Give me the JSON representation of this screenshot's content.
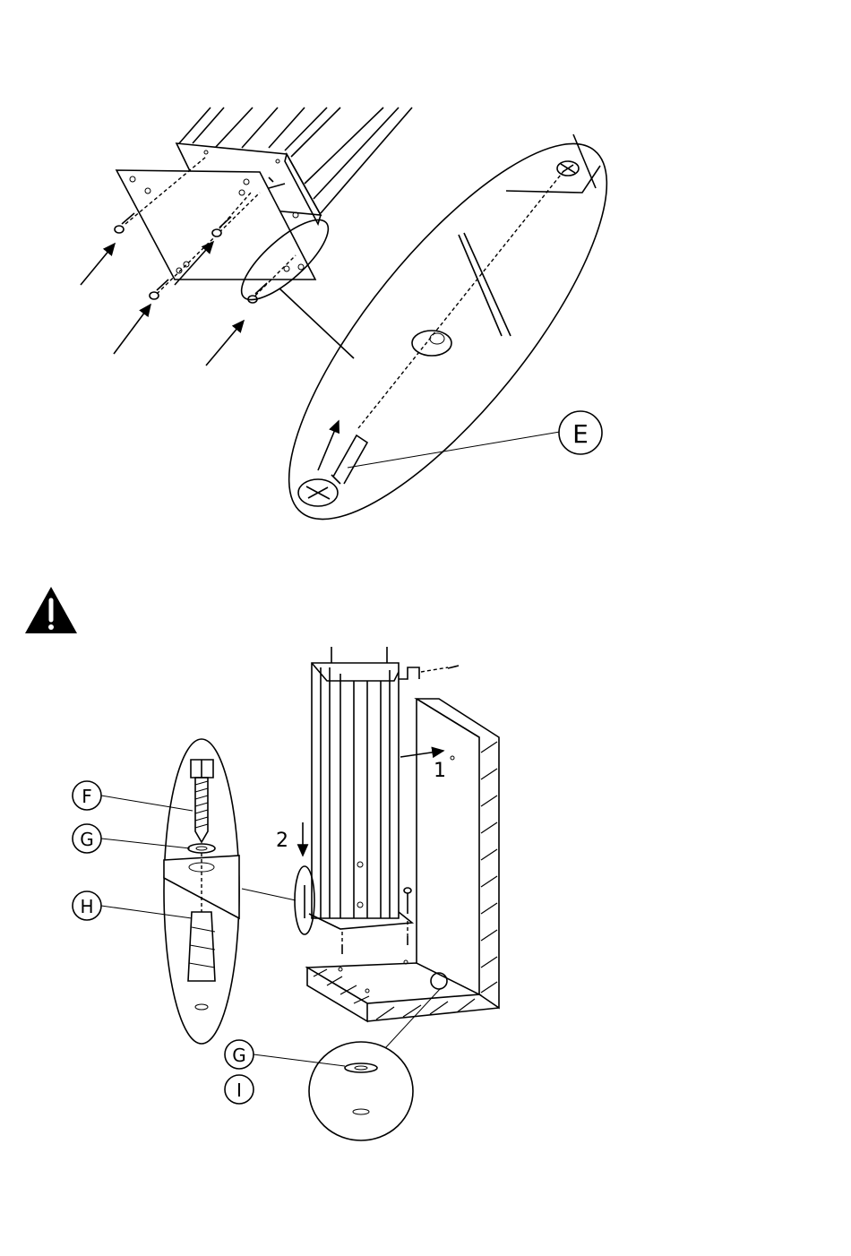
{
  "callouts": {
    "E": "E",
    "F": "F",
    "G_upper": "G",
    "H": "H",
    "G_lower": "G",
    "I": "I"
  },
  "steps": {
    "step1": "1",
    "step2": "2"
  },
  "icons": {
    "warning": "warning-triangle-icon"
  },
  "colors": {
    "ink": "#000000",
    "paper": "#ffffff"
  }
}
